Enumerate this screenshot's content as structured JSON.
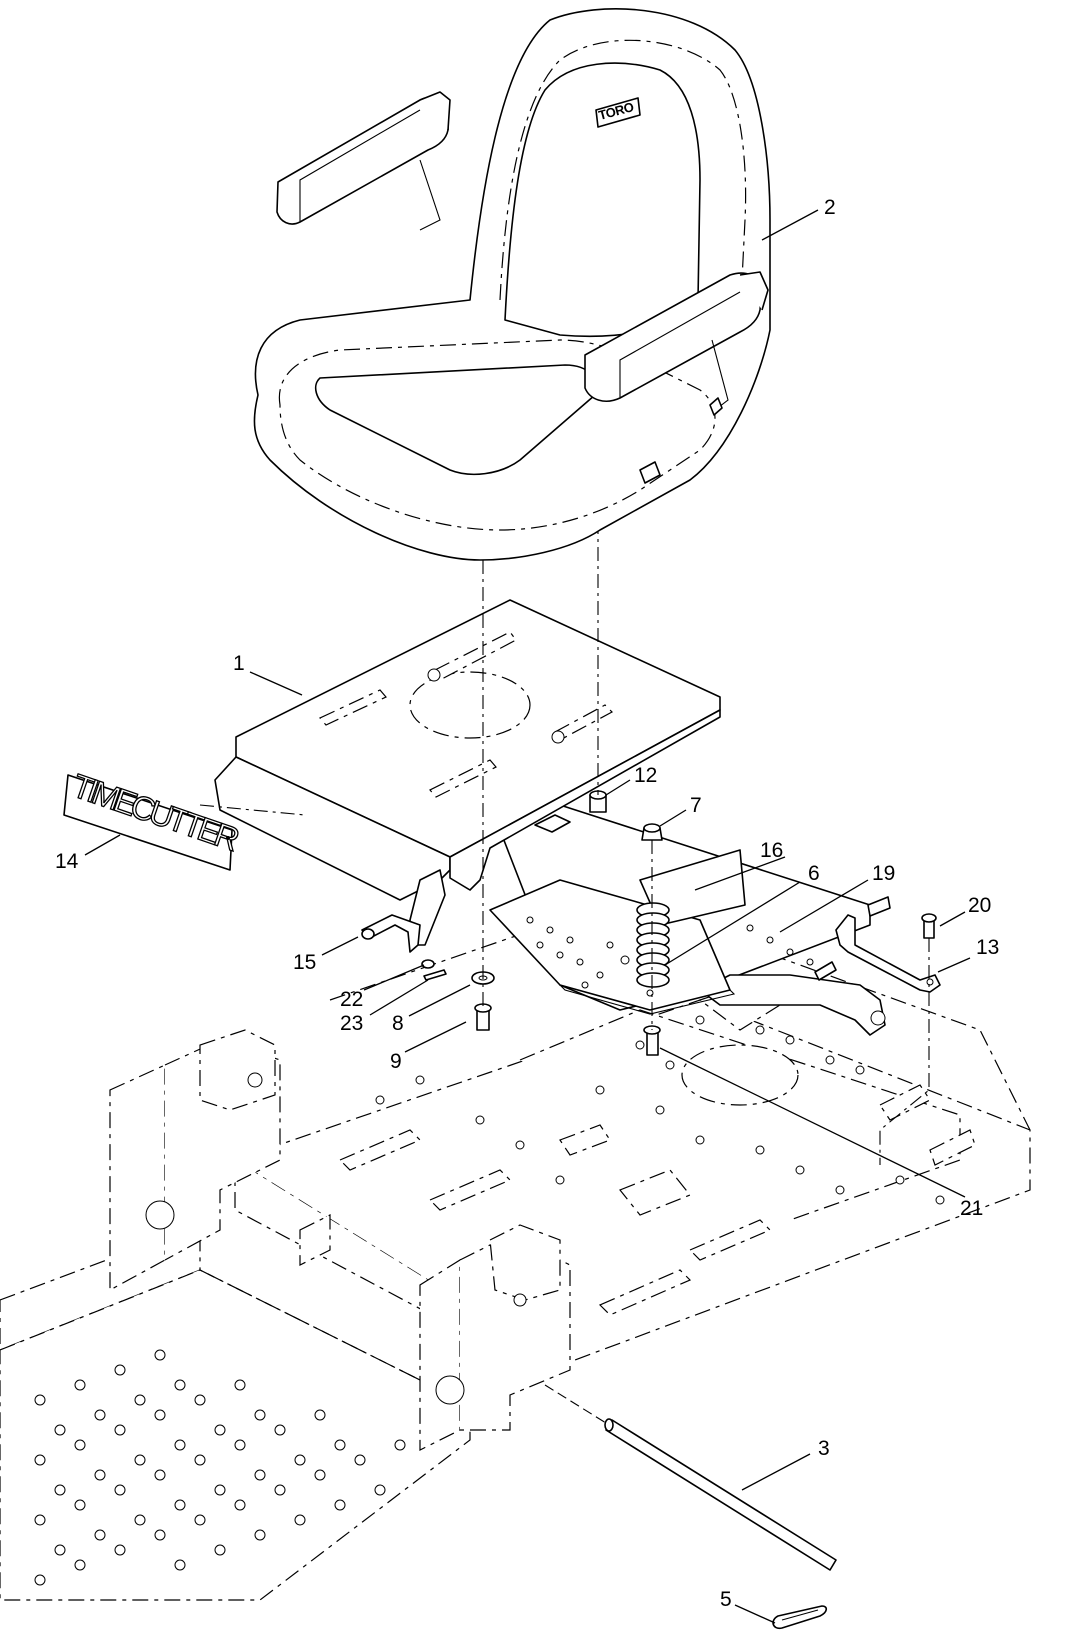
{
  "brand_badge": "TORO",
  "decal_text": "TIMECUTTER",
  "callouts": [
    "1",
    "2",
    "3",
    "5",
    "6",
    "7",
    "8",
    "9",
    "12",
    "13",
    "14",
    "15",
    "16",
    "19",
    "20",
    "21",
    "22",
    "23"
  ]
}
